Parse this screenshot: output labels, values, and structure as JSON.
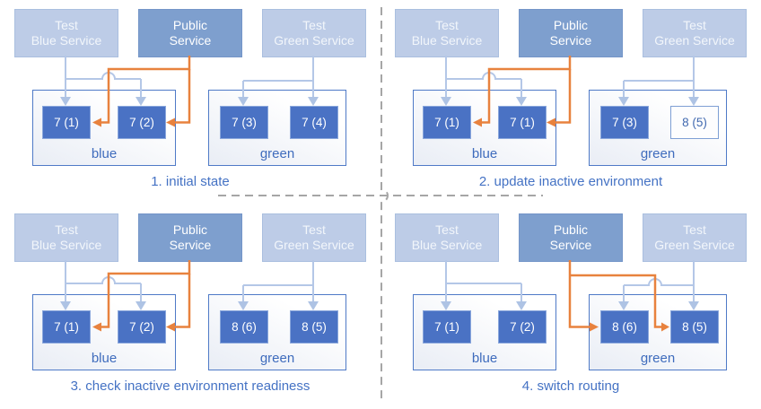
{
  "colors": {
    "service_light_fill": "#bdcce7",
    "service_public_fill": "#7e9fce",
    "pod_fill": "#4a72c4",
    "pod_outlined_text": "#4169b0",
    "connector_light_blue": "#b4c7e7",
    "connector_orange": "#e8823e",
    "environment_border": "#4f7ac7",
    "caption_blue": "#4472c4",
    "divider_gray": "#a6a6a6"
  },
  "panels": [
    {
      "caption": "1. initial state",
      "public_route": "blue",
      "services": [
        {
          "line1": "Test",
          "line2": "Blue Service"
        },
        {
          "line1": "Public",
          "line2": "Service"
        },
        {
          "line1": "Test",
          "line2": "Green Service"
        }
      ],
      "environments": [
        {
          "name": "blue",
          "pods": [
            {
              "label": "7 (1)",
              "style": "filled"
            },
            {
              "label": "7 (2)",
              "style": "filled"
            }
          ]
        },
        {
          "name": "green",
          "pods": [
            {
              "label": "7 (3)",
              "style": "filled"
            },
            {
              "label": "7 (4)",
              "style": "filled"
            }
          ]
        }
      ]
    },
    {
      "caption": "2. update inactive environment",
      "public_route": "blue",
      "services": [
        {
          "line1": "Test",
          "line2": "Blue Service"
        },
        {
          "line1": "Public",
          "line2": "Service"
        },
        {
          "line1": "Test",
          "line2": "Green Service"
        }
      ],
      "environments": [
        {
          "name": "blue",
          "pods": [
            {
              "label": "7 (1)",
              "style": "filled"
            },
            {
              "label": "7 (1)",
              "style": "filled"
            }
          ]
        },
        {
          "name": "green",
          "pods": [
            {
              "label": "7 (3)",
              "style": "filled"
            },
            {
              "label": "8 (5)",
              "style": "outlined"
            }
          ]
        }
      ]
    },
    {
      "caption": "3. check inactive environment readiness",
      "public_route": "blue",
      "services": [
        {
          "line1": "Test",
          "line2": "Blue Service"
        },
        {
          "line1": "Public",
          "line2": "Service"
        },
        {
          "line1": "Test",
          "line2": "Green Service"
        }
      ],
      "environments": [
        {
          "name": "blue",
          "pods": [
            {
              "label": "7 (1)",
              "style": "filled"
            },
            {
              "label": "7 (2)",
              "style": "filled"
            }
          ]
        },
        {
          "name": "green",
          "pods": [
            {
              "label": "8 (6)",
              "style": "filled"
            },
            {
              "label": "8 (5)",
              "style": "filled"
            }
          ]
        }
      ]
    },
    {
      "caption": "4. switch routing",
      "public_route": "green",
      "services": [
        {
          "line1": "Test",
          "line2": "Blue Service"
        },
        {
          "line1": "Public",
          "line2": "Service"
        },
        {
          "line1": "Test",
          "line2": "Green Service"
        }
      ],
      "environments": [
        {
          "name": "blue",
          "pods": [
            {
              "label": "7 (1)",
              "style": "filled"
            },
            {
              "label": "7 (2)",
              "style": "filled"
            }
          ]
        },
        {
          "name": "green",
          "pods": [
            {
              "label": "8 (6)",
              "style": "filled"
            },
            {
              "label": "8 (5)",
              "style": "filled"
            }
          ]
        }
      ]
    }
  ]
}
